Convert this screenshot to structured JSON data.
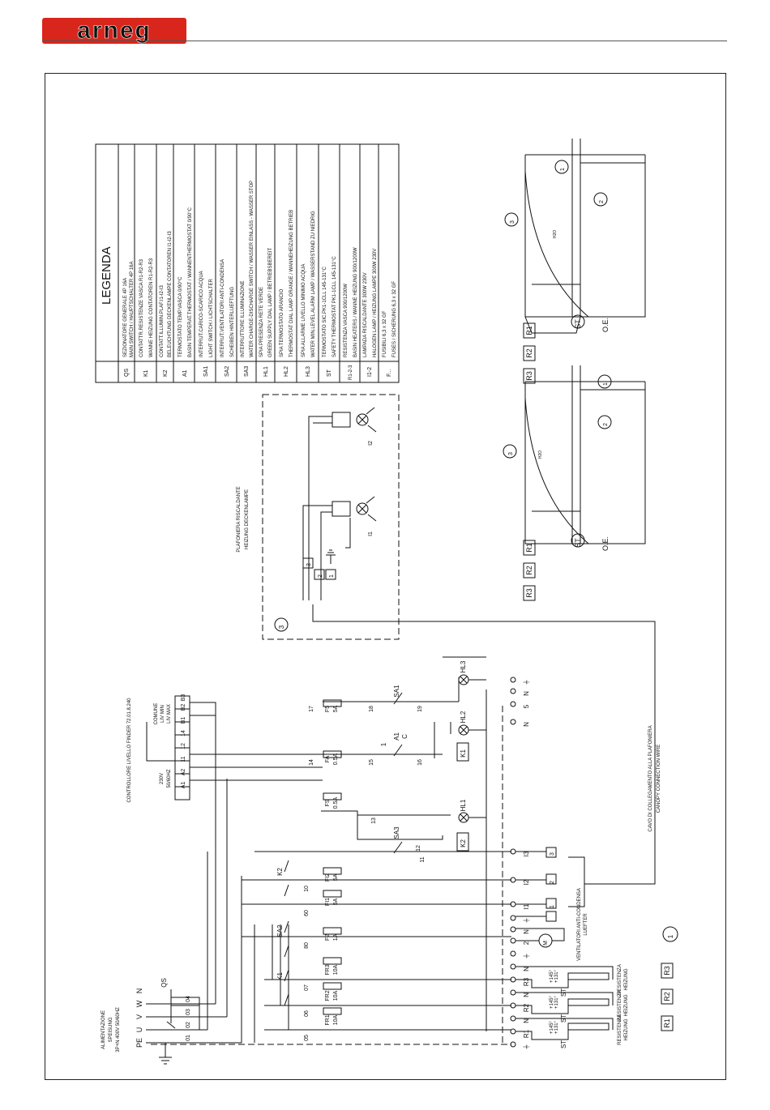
{
  "brand": {
    "logo_text": "arneg"
  },
  "legend": {
    "title": "LEGENDA",
    "rows": [
      {
        "code": "QS",
        "lines": [
          "SEZIONATORE GENERALE 4P 16A",
          "MAIN SWITCH / HAUPTSCHALTER 4P 16A"
        ]
      },
      {
        "code": "K1",
        "lines": [
          "CONTATTR.RESISTENZE VASCA R1-R2-R3",
          "WANNE HEIZUNG CONTATOREN R1-R2-R3"
        ]
      },
      {
        "code": "K2",
        "lines": [
          "CONTATT.ILLUMIN.PLAF.I1-I2-I3",
          "BELEUCHTUNG DECKENLAMPE CONTATOREN I1-I2-I3"
        ]
      },
      {
        "code": "A1",
        "lines": [
          "TERMOSTATO TEMP.VASCA 0/90°C",
          "BASIN TEMPERAT.THERMOSTAT / WANNENTHERMOSTAT 0/90°C"
        ]
      },
      {
        "code": "SA1",
        "lines": [
          "INTERRUT.CARICO-SCARICO ACQUA",
          "LIGHT SWITCH / LICHTSCHALTER"
        ]
      },
      {
        "code": "SA2",
        "lines": [
          "INTERRUT.VENTILATORI ANTI-CONDENSA",
          "SCHEIBEN HINTERLUEFTUNG"
        ]
      },
      {
        "code": "SA3",
        "lines": [
          "INTERRUTTORE ILLUMINAZIONE",
          "WATER CHARGE-DISCHARGE SWITCH / WASSER EINLASS - WASSER STOP"
        ]
      },
      {
        "code": "HL1",
        "lines": [
          "SPIA PRESENZA RETE VERDE",
          "GREEN SUPPLY DIAL LAMP / BETRIEBSBEREIT"
        ]
      },
      {
        "code": "HL2",
        "lines": [
          "SPIA TERMOSTATO ARANCIO",
          "THERMOSTAT DIAL LAMP ORANGE / WANNEHEIZUNG BETRIEB"
        ]
      },
      {
        "code": "HL3",
        "lines": [
          "SPIA ALLARME LIVELLO MINIMO ACQUA",
          "WATER MIN.LEVEL ALARM LAMP / WASSERSTAND ZU NIEDRIG"
        ]
      },
      {
        "code": "ST",
        "lines": [
          "TERMOSTATO SIC.PK1-1CLL 145-131°C",
          "SAFETY THERMOSTAT PK1-1CLL 145-131°C"
        ]
      },
      {
        "code": "R1-2-3",
        "lines": [
          "RESISTENZA VASCA 900/1200W",
          "BASIN HEATERS / WANNE HEIZUNG 900/1200W"
        ]
      },
      {
        "code": "I1-2",
        "lines": [
          "LAMPADA RISCALDANTE 300W 230V",
          "HALOGEN LAMP / HEIZUNG LAMPE 300W 230V"
        ]
      },
      {
        "code": "F...",
        "lines": [
          "FUSIBILI 6,3 x 32 GF",
          "FUSES / SICHERUNG 6,3 x 32 GF"
        ]
      }
    ]
  },
  "supply": {
    "label_lines": [
      "ALIMENTAZIONE",
      "SPEISUNG",
      "3P+N 400V 50/60HZ"
    ],
    "terminals": [
      "PE",
      "U",
      "V",
      "W",
      "N"
    ],
    "switch_code": "QS"
  },
  "wires": [
    "01",
    "02",
    "03",
    "04",
    "05",
    "06",
    "07",
    "60",
    "80",
    "10",
    "11",
    "12",
    "13",
    "14",
    "15",
    "16",
    "17",
    "18",
    "19"
  ],
  "fuses": [
    {
      "code": "FR1",
      "rating": "10A"
    },
    {
      "code": "FR2",
      "rating": "10A"
    },
    {
      "code": "FR3",
      "rating": "10A"
    },
    {
      "code": "F2",
      "rating": "1A"
    },
    {
      "code": "FI1",
      "rating": "5A"
    },
    {
      "code": "FI2",
      "rating": "5A"
    },
    {
      "code": "FS",
      "rating": "0.5A"
    },
    {
      "code": "FA",
      "rating": "0.5A"
    },
    {
      "code": "F5",
      "rating": "5A"
    }
  ],
  "contacts": {
    "k1": "K1",
    "k2": "K2",
    "sa1": "SA1",
    "sa2": "SA2",
    "sa3": "SA3",
    "a1": "A1",
    "a1_c": "C",
    "a1_1": "1"
  },
  "coils": {
    "k1": "K1",
    "k2": "K2"
  },
  "lamps": {
    "hl1": "HL1",
    "hl2": "HL2",
    "hl3": "HL3"
  },
  "level_controller": {
    "title": "CONTROLLORE LIVELLO FINDER 72.01.8.240",
    "terminals": [
      "A1",
      "A2",
      "11",
      "12",
      "14",
      "B1",
      "B2",
      "B3"
    ],
    "supply_lines": [
      "230V",
      "50/60HZ"
    ],
    "labels": [
      "COMUNE",
      "LIV MIN",
      "LIV MAX"
    ]
  },
  "terminal_strip": [
    "⏚",
    "R1",
    "N",
    "R2",
    "N",
    "R3",
    "N",
    "⏚",
    "2",
    "N",
    "⏚",
    "I1",
    "I2",
    "I3",
    "N",
    "5",
    "N",
    "⏚"
  ],
  "heaters": {
    "temp_hi": "+145°",
    "temp_lo": "+131°",
    "st": "ST",
    "label_lines": [
      "RESISTENZA",
      "HEIZUNG"
    ],
    "codes": [
      "R1",
      "R2",
      "R3"
    ]
  },
  "fan": {
    "label_lines": [
      "VENTILATORI ANTI-CONDENSA",
      "LUEFTER"
    ],
    "number": "1",
    "motor": "M"
  },
  "canopy_cable": {
    "lines": [
      "CAVO DI COLLEGAMENTO ALLA PLAFONIERA",
      "CANOPY CONNECTION WIRE"
    ],
    "terminals": [
      "1",
      "2",
      "3"
    ]
  },
  "canopy_box": {
    "title_lines": [
      "PLAFONIERA RISCALDANTE",
      "HEIZUNG DECKENLAMPE"
    ],
    "number": "3",
    "terminals": [
      "3",
      "2",
      "1"
    ],
    "lamps": [
      "I1",
      "I2"
    ]
  },
  "case_views": [
    {
      "codes": [
        "R1",
        "R2",
        "R3"
      ],
      "st": "ST",
      "oe": "O.E.",
      "balloons": [
        "1",
        "2",
        "3"
      ],
      "h2o": "H2O"
    },
    {
      "codes": [
        "R1",
        "R2",
        "R3"
      ],
      "st": "ST",
      "oe": "O.E.",
      "balloons": [
        "1",
        "2",
        "3"
      ],
      "h2o": "H2O"
    }
  ]
}
